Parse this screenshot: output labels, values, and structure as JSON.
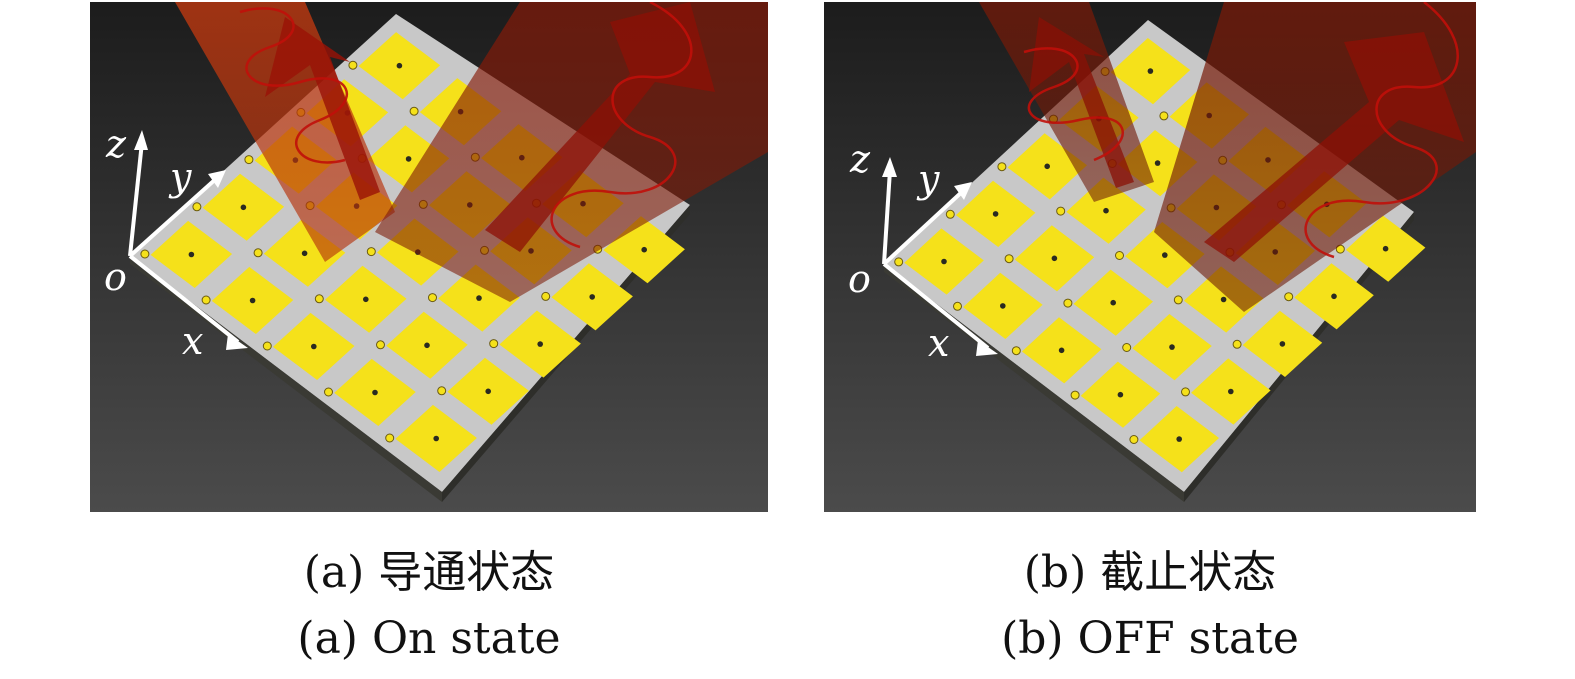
{
  "panels": [
    {
      "id": "a",
      "caption_cn": "(a) 导通状态",
      "caption_en": "(a) On state",
      "axes": {
        "x": "x",
        "y": "y",
        "z": "z",
        "origin": "o"
      }
    },
    {
      "id": "b",
      "caption_cn": "(b) 截止状态",
      "caption_en": "(b) OFF state",
      "axes": {
        "x": "x",
        "y": "y",
        "z": "z",
        "origin": "o"
      }
    }
  ],
  "colors": {
    "patch": "#f5e11a",
    "substrate": "#c9c9c9",
    "beam": "#a01808",
    "background_top": "#1e1e1e",
    "background_bottom": "#4a4a4a",
    "axis": "#ffffff"
  }
}
